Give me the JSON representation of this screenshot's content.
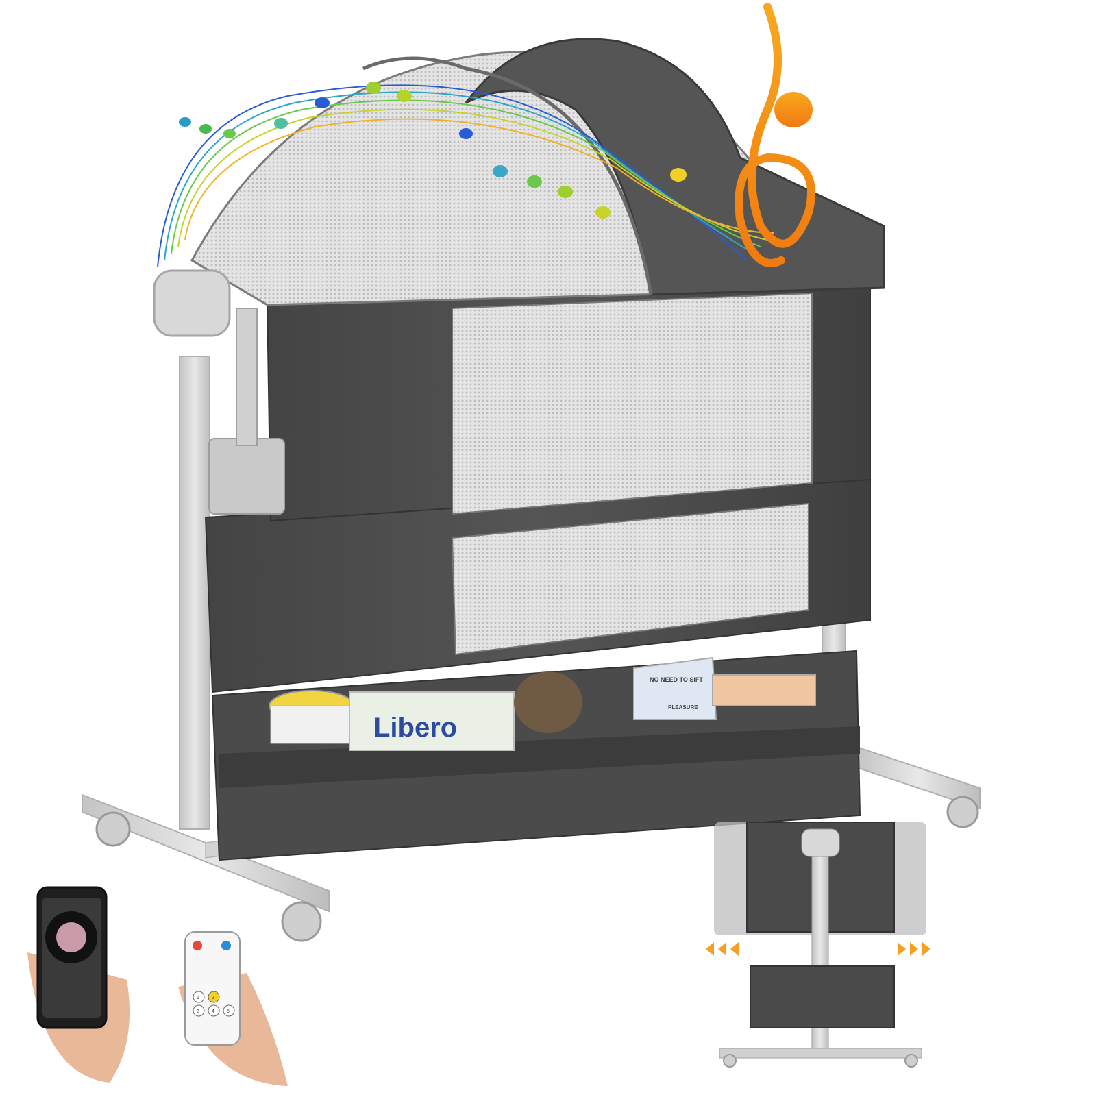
{
  "product": {
    "packages": {
      "diaper_brand": "Libero",
      "snack_text_1": "NO NEED TO SIFT",
      "snack_text_2": "PLEASURE"
    },
    "remote_keys": [
      "1",
      "2",
      "3",
      "4",
      "5"
    ],
    "colors": {
      "fabric": "#4a4a4a",
      "fabric_dark": "#3a3a3a",
      "frame": "#d9d9d9",
      "mesh": "#cfcfcf",
      "note_orange": "#f5a020",
      "note_green": "#9ccf2f",
      "note_blue": "#2a5bd7"
    },
    "icons": [
      "music-note-icon",
      "treble-clef-icon",
      "arrow-left-icon",
      "arrow-right-icon"
    ]
  }
}
